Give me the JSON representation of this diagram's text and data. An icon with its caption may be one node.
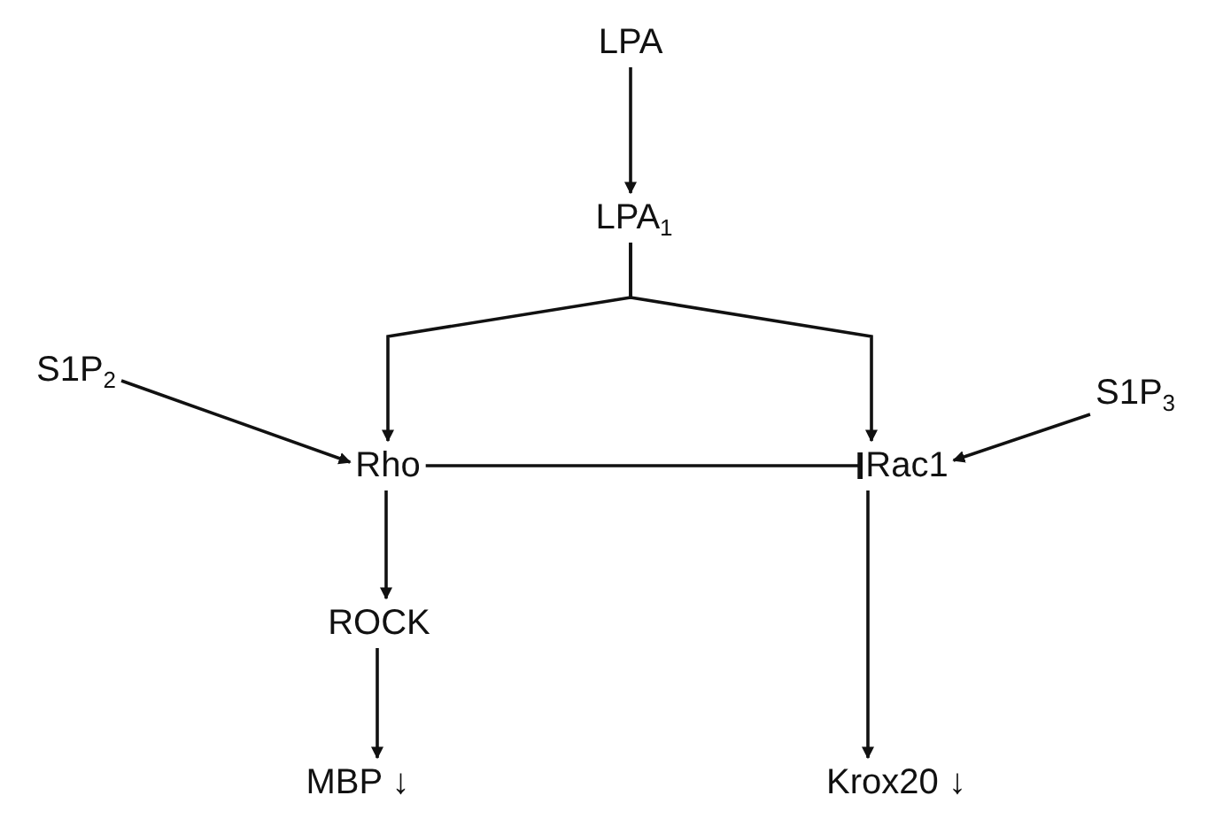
{
  "diagram": {
    "nodes": [
      {
        "text": [
          "LPA"
        ]
      },
      {
        "text": [
          "LPA$_{1}$"
        ]
      },
      {
        "text": [
          "S1P$_{2}$"
        ]
      },
      {
        "text": [
          "Rho"
        ]
      },
      {
        "text": [
          "Rac1"
        ]
      },
      {
        "text": [
          "S1P$_{3}$"
        ]
      },
      {
        "text": [
          "ROCK"
        ]
      },
      {
        "text": [
          "MBP ↓"
        ]
      },
      {
        "text": [
          "Krox20 ↓"
        ]
      }
    ],
    "edges": [
      {
        "from": 0,
        "to": 1,
        "arrow": "to"
      },
      {
        "from": 1,
        "to": 3,
        "arrow": "to"
      },
      {
        "from": 1,
        "to": 4,
        "arrow": "to"
      },
      {
        "from": 2,
        "to": 3,
        "arrow": "to"
      },
      {
        "from": 3,
        "to": 4,
        "arrow": "other"
      },
      {
        "from": 5,
        "to": 4,
        "arrow": "to"
      },
      {
        "from": 3,
        "to": 6,
        "arrow": "to"
      },
      {
        "from": 6,
        "to": 7,
        "arrow": "to"
      },
      {
        "from": 4,
        "to": 8,
        "arrow": "to"
      }
    ]
  }
}
